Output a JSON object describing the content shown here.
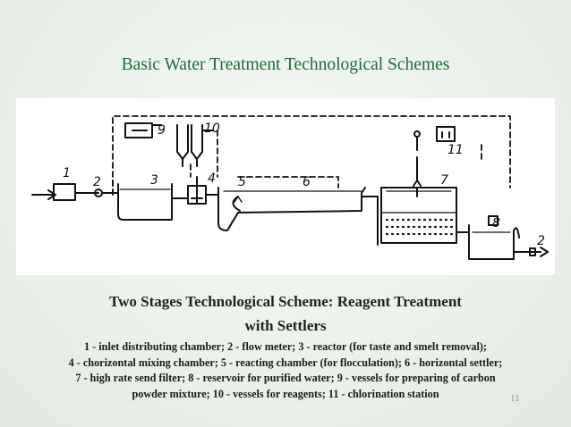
{
  "title": "Basic Water Treatment Technological Schemes",
  "diagram": {
    "labels": [
      "1",
      "2",
      "3",
      "4",
      "5",
      "6",
      "7",
      "8",
      "9",
      "10",
      "11",
      "2"
    ]
  },
  "caption": {
    "line1": "Two Stages Technological Scheme: Reagent Treatment",
    "line2": "with Settlers"
  },
  "legend": {
    "line1": "1 - inlet distributing chamber; 2 - flow meter; 3 - reactor (for taste and smelt removal);",
    "line2": "4 - chorizontal mixing chamber; 5 - reacting chamber (for flocculation); 6 - horizontal settler;",
    "line3": "7 - high rate send filter; 8 - reservoir for purified water; 9 - vessels for preparing of carbon",
    "line4": "powder mixture; 10 - vessels for reagents; 11 - chlorination station"
  },
  "page_number": "11"
}
